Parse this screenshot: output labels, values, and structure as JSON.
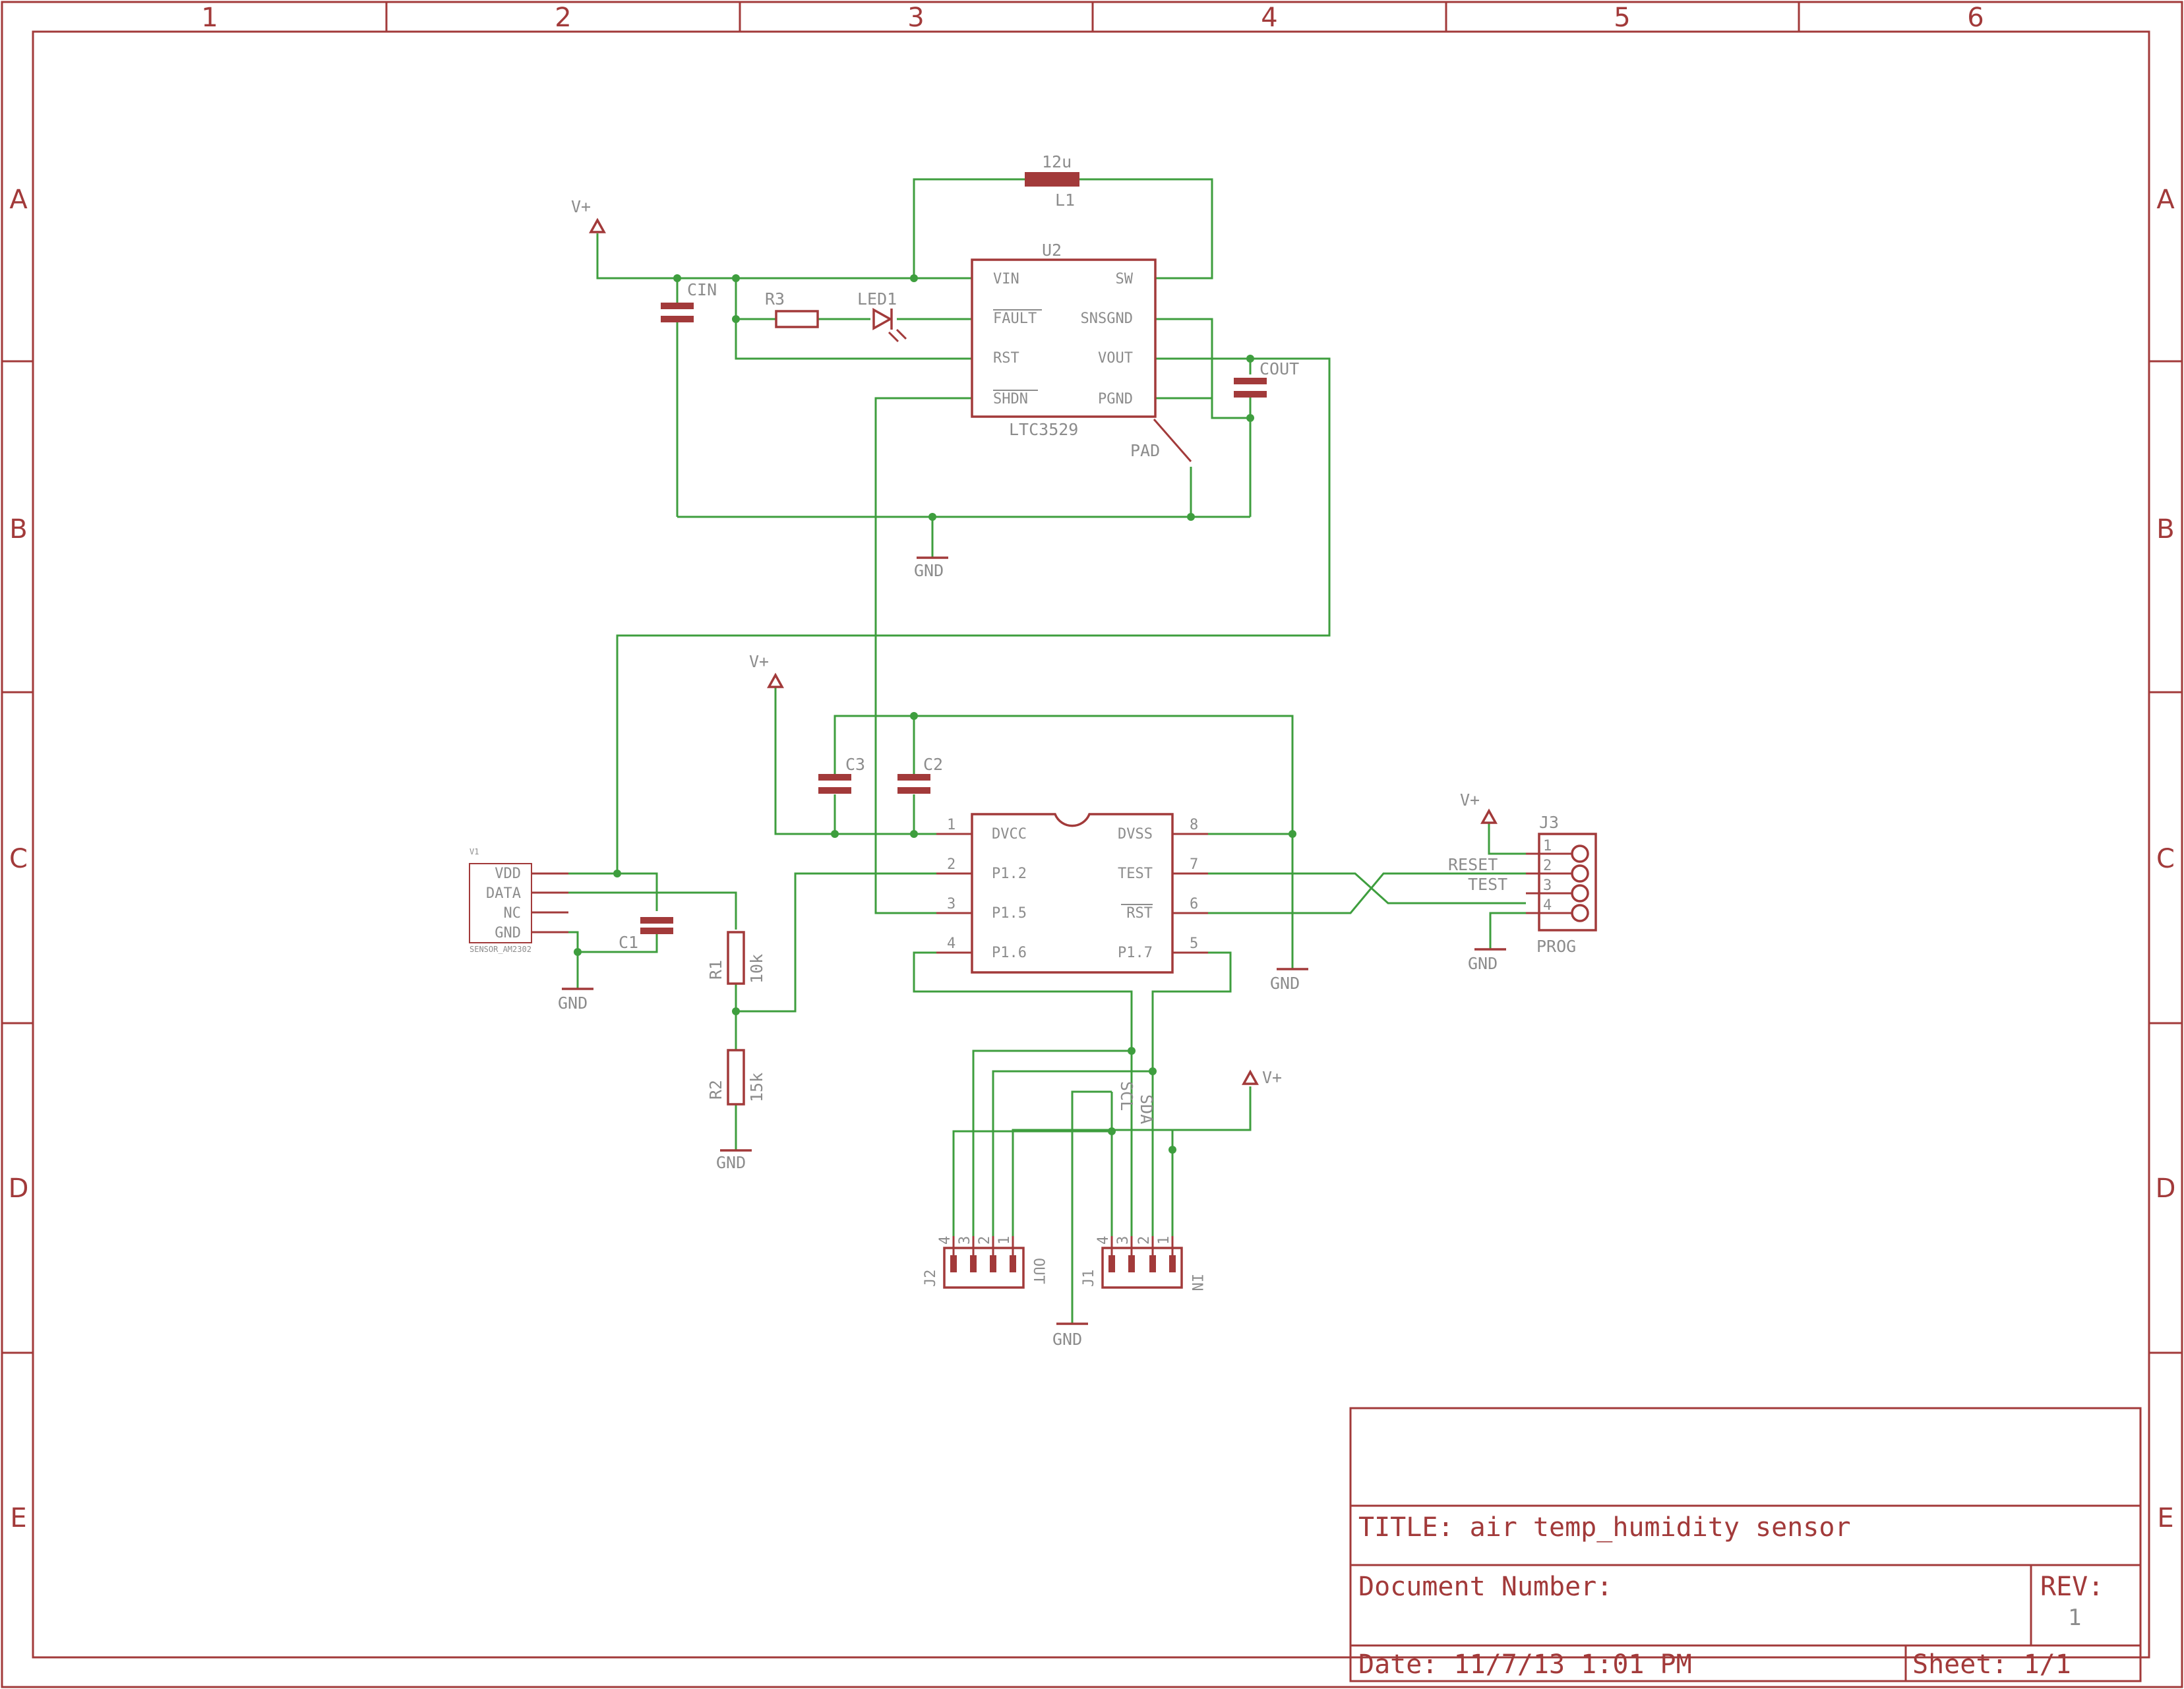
{
  "frame": {
    "columns": [
      "1",
      "2",
      "3",
      "4",
      "5",
      "6"
    ],
    "rows": [
      "A",
      "B",
      "C",
      "D",
      "E"
    ]
  },
  "title_block": {
    "title": "TITLE:  air temp_humidity sensor",
    "document_number": "Document Number:",
    "rev_label": "REV:",
    "rev_value": "1",
    "date": "Date: 11/7/13 1:01 PM",
    "sheet": "Sheet: 1/1"
  },
  "components": {
    "L1": {
      "name": "L1",
      "value": "12u"
    },
    "U2": {
      "name": "U2",
      "value": "LTC3529",
      "pins_left": [
        "VIN",
        "FAULT",
        "RST",
        "SHDN"
      ],
      "pins_right": [
        "SW",
        "SNSGND",
        "VOUT",
        "PGND"
      ],
      "pad": "PAD"
    },
    "CIN": {
      "name": "CIN"
    },
    "COUT": {
      "name": "COUT"
    },
    "R3": {
      "name": "R3"
    },
    "LED1": {
      "name": "LED1"
    },
    "C1": {
      "name": "C1"
    },
    "C2": {
      "name": "C2"
    },
    "C3": {
      "name": "C3"
    },
    "R1": {
      "name": "R1",
      "value": "10k"
    },
    "R2": {
      "name": "R2",
      "value": "15k"
    },
    "U1": {
      "pins_left": [
        "DVCC",
        "P1.2",
        "P1.5",
        "P1.6"
      ],
      "pins_right": [
        "DVSS",
        "TEST",
        "RST",
        "P1.7"
      ],
      "pin_numbers_left": [
        "1",
        "2",
        "3",
        "4"
      ],
      "pin_numbers_right": [
        "8",
        "7",
        "6",
        "5"
      ]
    },
    "V1": {
      "name": "V1",
      "value": "SENSOR_AM2302",
      "pins": [
        "VDD",
        "DATA",
        "NC",
        "GND"
      ]
    },
    "J1": {
      "name": "J1",
      "value": "IN",
      "pins": [
        "4",
        "3",
        "2",
        "1"
      ]
    },
    "J2": {
      "name": "J2",
      "value": "OUT",
      "pins": [
        "4",
        "3",
        "2",
        "1"
      ]
    },
    "J3": {
      "name": "J3",
      "value": "PROG",
      "pins": [
        "1",
        "2",
        "3",
        "4"
      ]
    }
  },
  "nets": {
    "vplus": "V+",
    "gnd": "GND",
    "reset": "RESET",
    "test": "TEST",
    "scl": "SCL",
    "sda": "SDA"
  }
}
